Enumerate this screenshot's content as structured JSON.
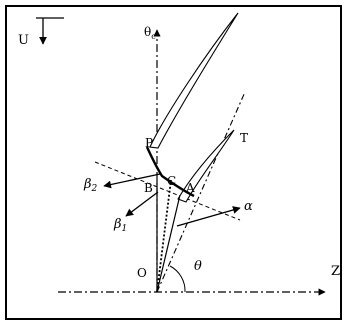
{
  "diagram": {
    "labels": {
      "U": "U",
      "theta_c": "θ",
      "theta_c_sub": "c",
      "P": "P",
      "T": "T",
      "C": "C",
      "A": "A",
      "B": "B",
      "beta2": "β",
      "beta2_sub": "2",
      "beta1": "β",
      "beta1_sub": "1",
      "alpha": "α",
      "O": "O",
      "theta": "θ",
      "Z": "Z"
    },
    "colors": {
      "ink": "#000000",
      "background": "#ffffff"
    }
  }
}
